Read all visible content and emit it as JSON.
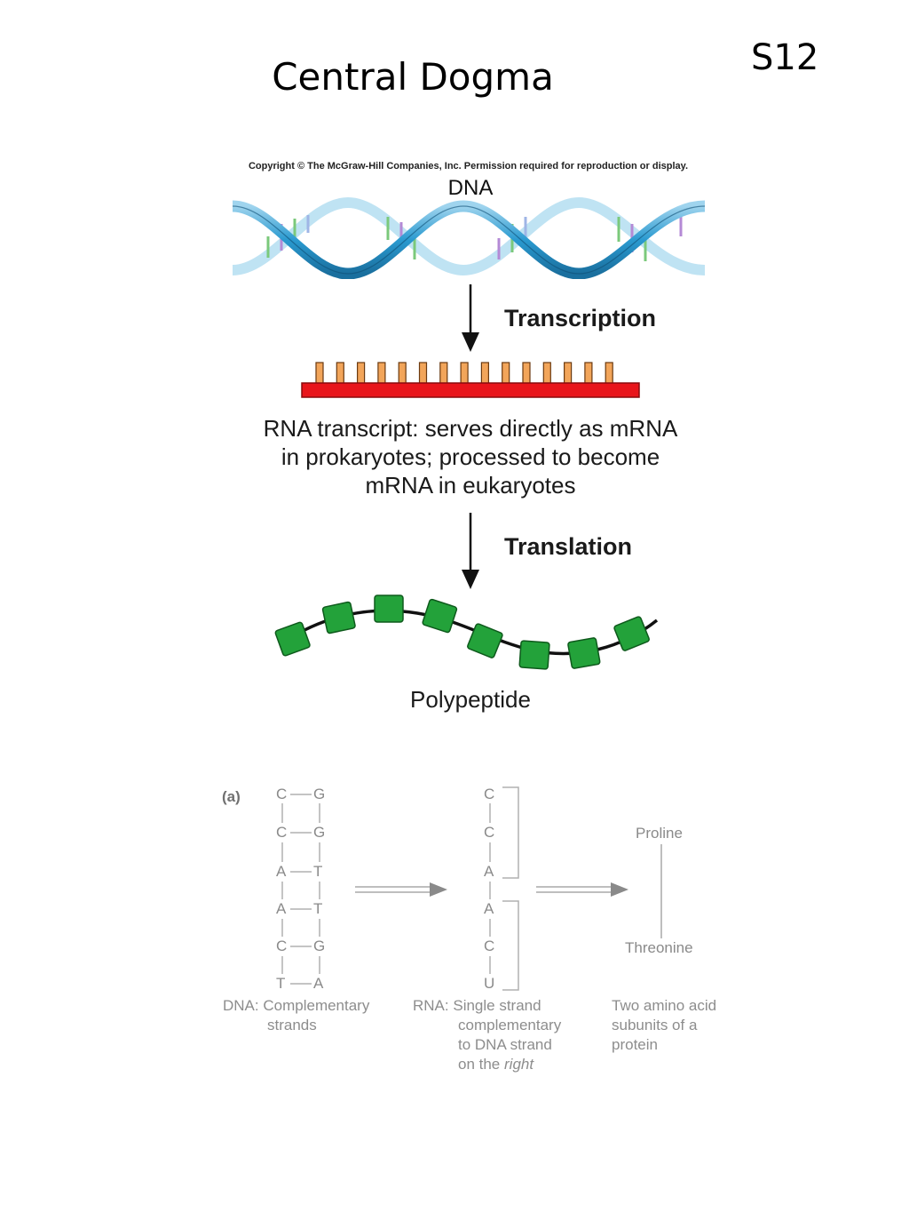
{
  "slide": {
    "title": "Central Dogma",
    "number": "S12"
  },
  "figure": {
    "copyright": "Copyright © The McGraw-Hill Companies, Inc. Permission required for reproduction or display.",
    "dna_label": "DNA",
    "transcription_label": "Transcription",
    "rna_text_lines": [
      "RNA transcript: serves directly as mRNA",
      "in prokaryotes; processed to become",
      "mRNA in eukaryotes"
    ],
    "translation_label": "Translation",
    "polypeptide_label": "Polypeptide",
    "colors": {
      "rna_bar": "#e8151b",
      "rna_teeth": "#f2a55a",
      "amino_acid": "#23a23a",
      "dna_strand": "#2a9ad0"
    }
  },
  "panel_a": {
    "tag": "(a)",
    "dna_pairs": [
      [
        "C",
        "G"
      ],
      [
        "C",
        "G"
      ],
      [
        "A",
        "T"
      ],
      [
        "A",
        "T"
      ],
      [
        "C",
        "G"
      ],
      [
        "T",
        "A"
      ]
    ],
    "rna_bases": [
      "C",
      "C",
      "A",
      "A",
      "C",
      "U"
    ],
    "amino_top": "Proline",
    "amino_bottom": "Threonine",
    "dna_caption": {
      "lead": "DNA:",
      "line1": "Complementary",
      "line2": "strands"
    },
    "rna_caption": {
      "lead": "RNA:",
      "line1": "Single strand",
      "line2": "complementary",
      "line3": "to DNA strand",
      "line4_prefix": "on the ",
      "line4_emph": "right"
    },
    "protein_caption": {
      "line1": "Two amino acid",
      "line2": "subunits of a",
      "line3": "protein"
    }
  }
}
